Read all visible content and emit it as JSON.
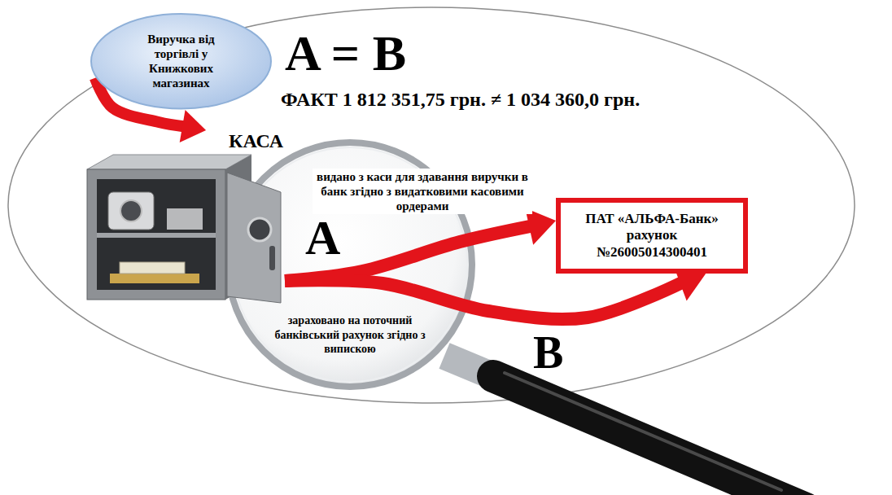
{
  "diagram": {
    "nodes": [
      {
        "text": [
          "Виручка від торгівлі у Книжкових магазинах"
        ]
      },
      {
        "text": [
          "КАСА"
        ]
      },
      {
        "text": [
          "ПАТ «АЛЬФА-Банк» рахунок №26005014300401"
        ]
      }
    ],
    "edges": [
      {
        "from": 0,
        "to": 1,
        "arrow": "to"
      },
      {
        "from": 1,
        "to": 2,
        "label": "A",
        "arrow": "to"
      },
      {
        "from": 1,
        "to": 2,
        "label": "B",
        "arrow": "to"
      }
    ],
    "labels": [
      "A = B",
      "ФАКТ 1 812 351,75 грн. ≠ 1 034 360,0 грн.",
      "видано з каси для здавання виручки в банк згідно з видатковими касовими ордерами",
      "зараховано на поточний банківський рахунок згідно з випискою"
    ]
  }
}
